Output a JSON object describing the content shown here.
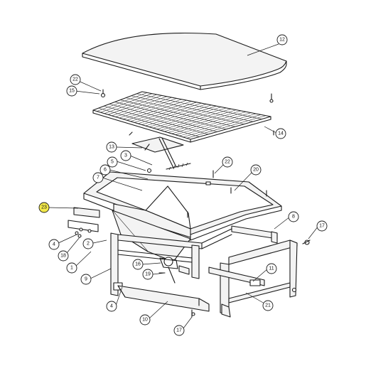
{
  "callouts": [
    {
      "id": "c12",
      "label": "12",
      "highlight": false
    },
    {
      "id": "c22a",
      "label": "22",
      "highlight": false
    },
    {
      "id": "c15",
      "label": "15",
      "highlight": false
    },
    {
      "id": "c14",
      "label": "14",
      "highlight": false
    },
    {
      "id": "c13",
      "label": "13",
      "highlight": false
    },
    {
      "id": "c3",
      "label": "3",
      "highlight": false
    },
    {
      "id": "c5",
      "label": "5",
      "highlight": false
    },
    {
      "id": "c6",
      "label": "6",
      "highlight": false
    },
    {
      "id": "c7",
      "label": "7",
      "highlight": false
    },
    {
      "id": "c22b",
      "label": "22",
      "highlight": false
    },
    {
      "id": "c20",
      "label": "20",
      "highlight": false
    },
    {
      "id": "c23",
      "label": "23",
      "highlight": true
    },
    {
      "id": "c8",
      "label": "8",
      "highlight": false
    },
    {
      "id": "c17a",
      "label": "17",
      "highlight": false
    },
    {
      "id": "c4a",
      "label": "4",
      "highlight": false
    },
    {
      "id": "c2",
      "label": "2",
      "highlight": false
    },
    {
      "id": "c18",
      "label": "18",
      "highlight": false
    },
    {
      "id": "c1",
      "label": "1",
      "highlight": false
    },
    {
      "id": "c16",
      "label": "16",
      "highlight": false
    },
    {
      "id": "c19",
      "label": "19",
      "highlight": false
    },
    {
      "id": "c9",
      "label": "9",
      "highlight": false
    },
    {
      "id": "c11",
      "label": "11",
      "highlight": false
    },
    {
      "id": "c4b",
      "label": "4",
      "highlight": false
    },
    {
      "id": "c10",
      "label": "10",
      "highlight": false
    },
    {
      "id": "c21",
      "label": "21",
      "highlight": false
    },
    {
      "id": "c17b",
      "label": "17",
      "highlight": false
    }
  ],
  "colors": {
    "highlight": "#f3e94a",
    "line": "#1a1a1a",
    "face": "#f3f3f3"
  }
}
